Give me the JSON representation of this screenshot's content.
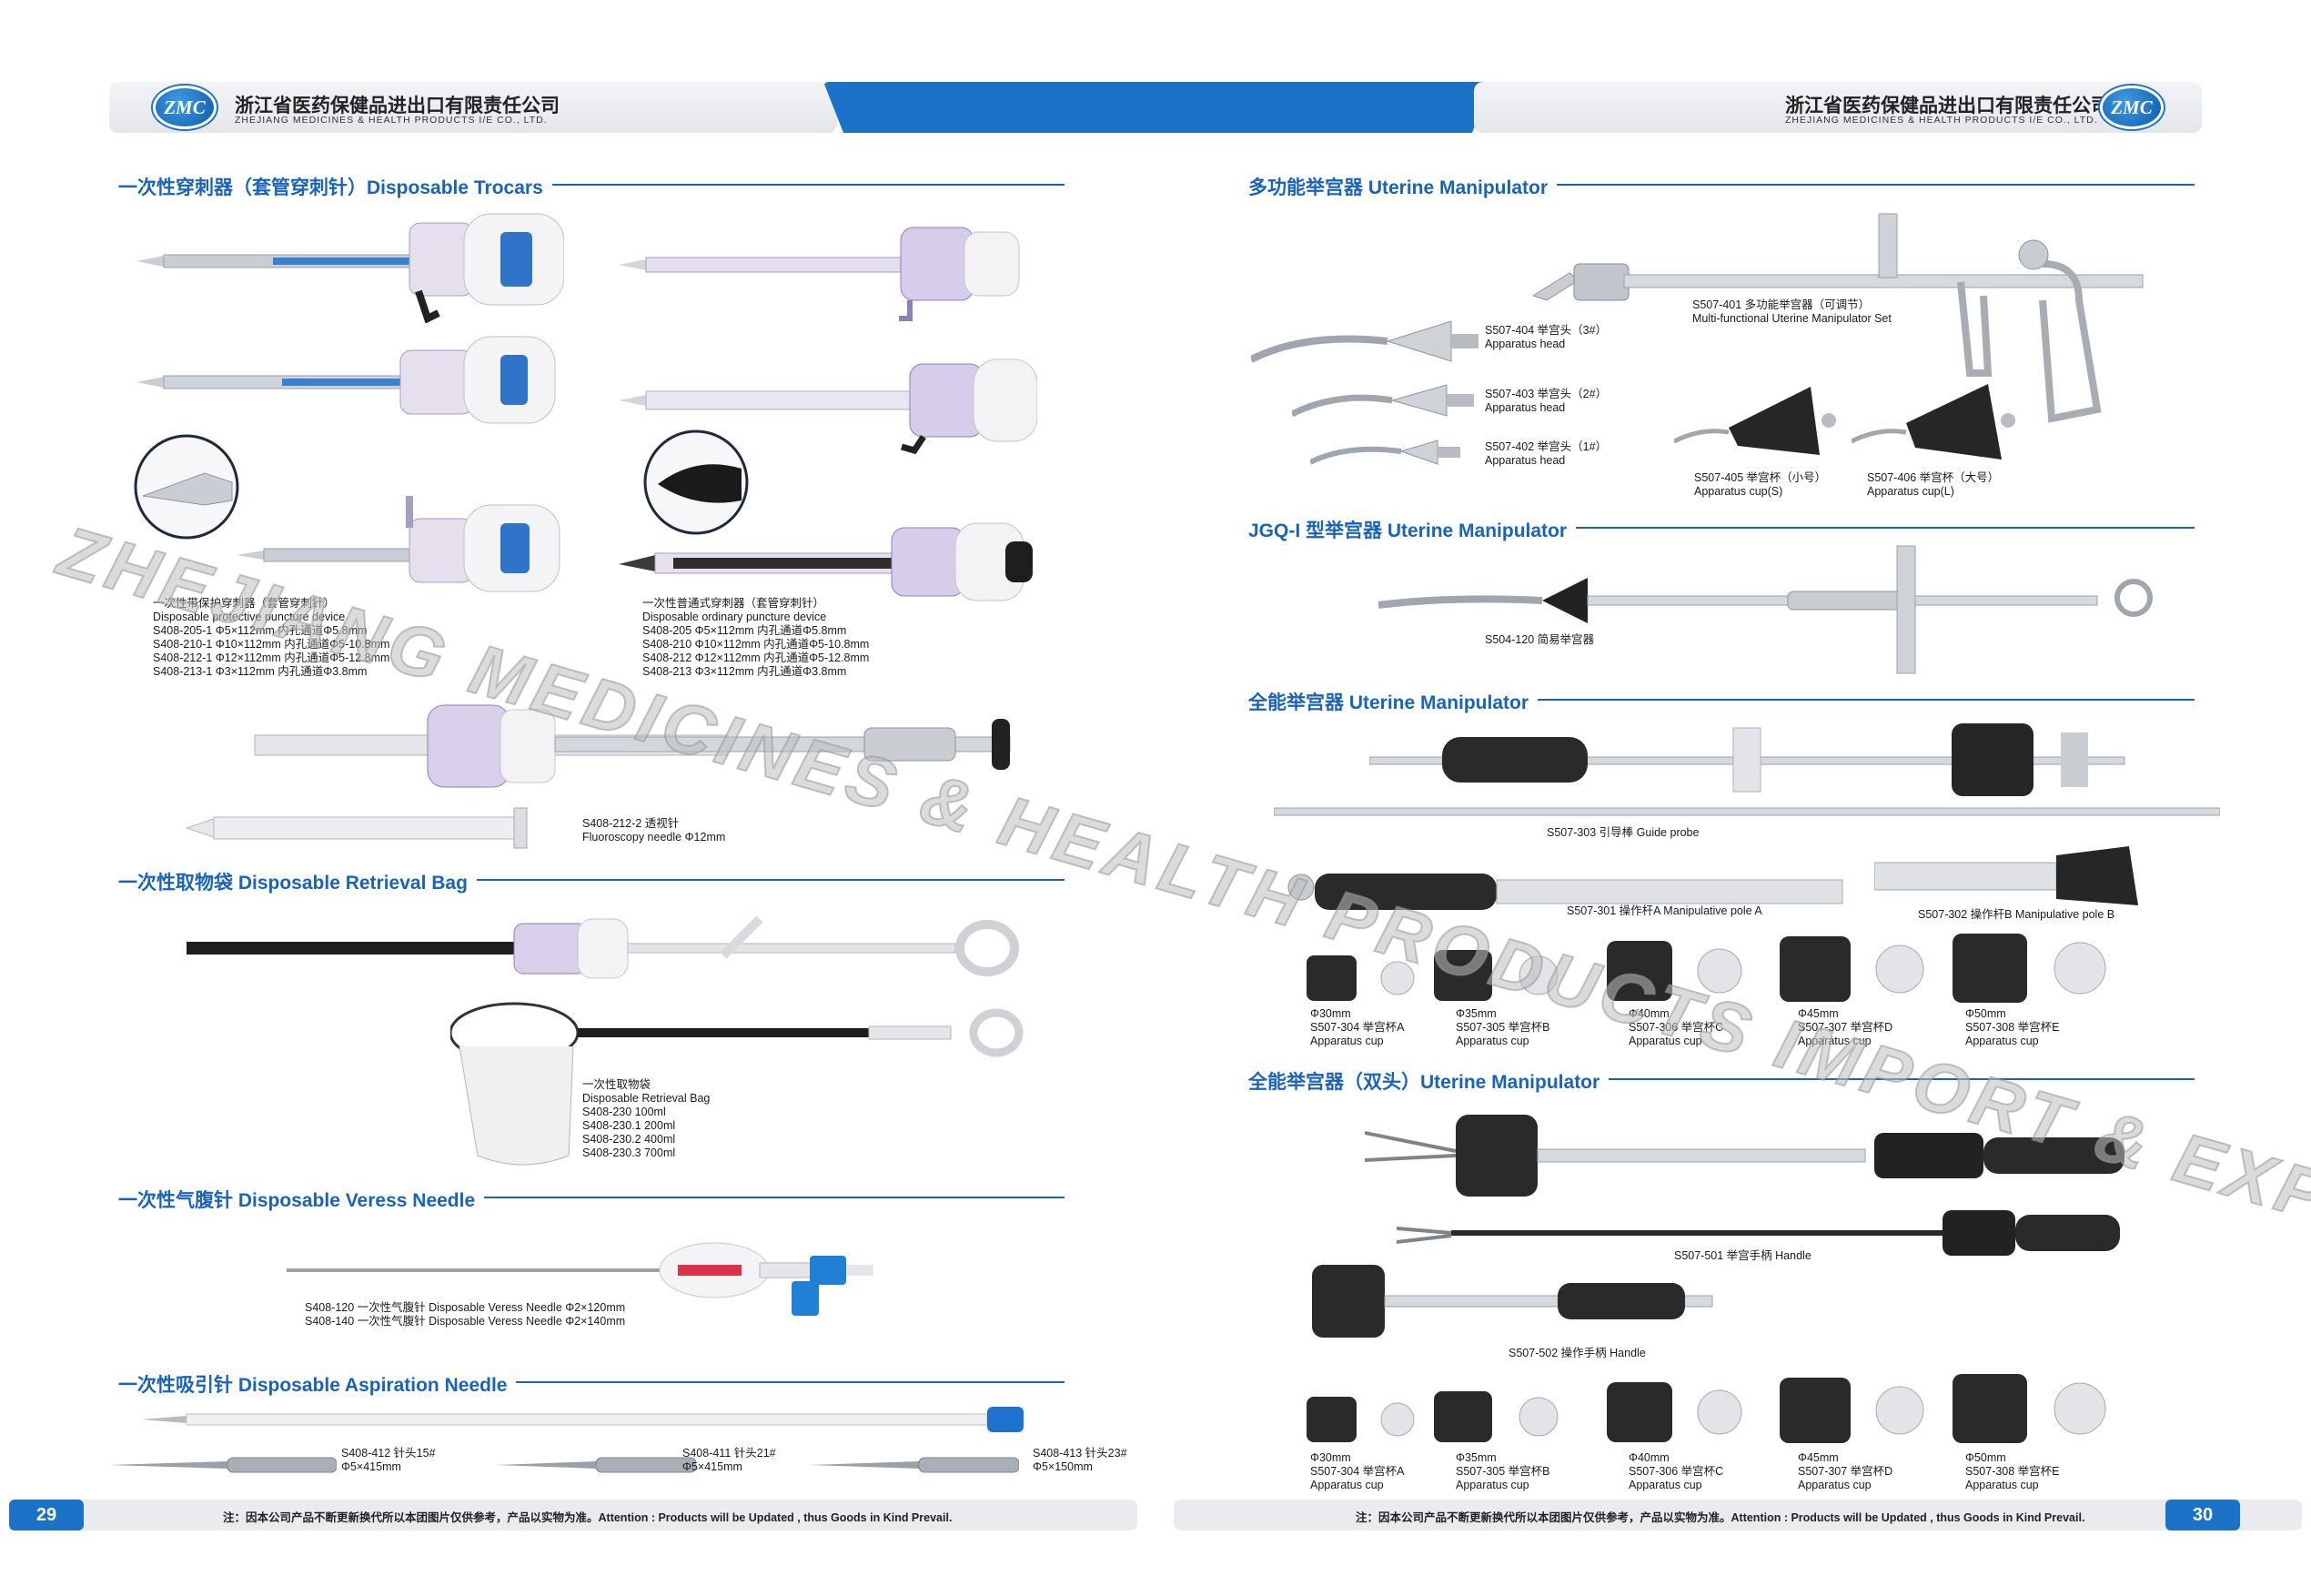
{
  "header": {
    "logo_text": "ZMC",
    "company_cn": "浙江省医药保健品进出口有限责任公司",
    "company_en": "ZHEJIANG MEDICINES & HEALTH PRODUCTS I/E CO., LTD.",
    "brand_color": "#1b72c6"
  },
  "watermark": "ZHEJIANG MEDICINES & HEALTH PRODUCTS IMPORT & EXPORT CO., LTD.",
  "left": {
    "trocars": {
      "title": "一次性穿刺器（套管穿刺针）Disposable Trocars",
      "protective": [
        "一次性带保护穿刺器（套管穿刺针）",
        "Disposable protective puncture device",
        "S408-205-1 Φ5×112mm  内孔通道Φ5.8mm",
        "S408-210-1 Φ10×112mm  内孔通道Φ5-10.8mm",
        "S408-212-1 Φ12×112mm  内孔通道Φ5-12.8mm",
        "S408-213-1 Φ3×112mm  内孔通道Φ3.8mm"
      ],
      "ordinary": [
        "一次性普通式穿刺器（套管穿刺针）",
        "Disposable ordinary puncture device",
        "S408-205 Φ5×112mm  内孔通道Φ5.8mm",
        "S408-210 Φ10×112mm  内孔通道Φ5-10.8mm",
        "S408-212 Φ12×112mm  内孔通道Φ5-12.8mm",
        "S408-213 Φ3×112mm  内孔通道Φ3.8mm"
      ],
      "fluoro": [
        "S408-212-2 透视针",
        "Fluoroscopy needle  Φ12mm"
      ]
    },
    "retrieval": {
      "title": "一次性取物袋 Disposable Retrieval Bag",
      "caption": [
        "一次性取物袋",
        "Disposable Retrieval Bag",
        "S408-230      100ml",
        "S408-230.1    200ml",
        "S408-230.2    400ml",
        "S408-230.3    700ml"
      ]
    },
    "veress": {
      "title": "一次性气腹针 Disposable Veress Needle",
      "caption": [
        "S408-120 一次性气腹针 Disposable Veress Needle Φ2×120mm",
        "S408-140 一次性气腹针 Disposable Veress Needle Φ2×140mm"
      ]
    },
    "aspiration": {
      "title": "一次性吸引针 Disposable Aspiration Needle",
      "items": [
        [
          "S408-412 针头15#",
          "Φ5×415mm"
        ],
        [
          "S408-411 针头21#",
          "Φ5×415mm"
        ],
        [
          "S408-413 针头23#",
          "Φ5×150mm"
        ]
      ]
    }
  },
  "right": {
    "multi": {
      "title": "多功能举宫器 Uterine Manipulator",
      "set": [
        "S507-401 多功能举宫器（可调节）",
        "Multi-functional Uterine Manipulator Set"
      ],
      "heads": [
        [
          "S507-404 举宫头（3#）",
          "Apparatus head"
        ],
        [
          "S507-403 举宫头（2#）",
          "Apparatus head"
        ],
        [
          "S507-402 举宫头（1#）",
          "Apparatus head"
        ]
      ],
      "cups": [
        [
          "S507-405 举宫杯（小号）",
          "Apparatus cup(S)"
        ],
        [
          "S507-406 举宫杯（大号）",
          "Apparatus cup(L)"
        ]
      ]
    },
    "jgq": {
      "title": "JGQ-I 型举宫器 Uterine Manipulator",
      "caption": "S504-120 简易举宫器"
    },
    "allround": {
      "title": "全能举宫器 Uterine Manipulator",
      "guide": "S507-303 引导棒 Guide probe",
      "pole_a": "S507-301 操作杆A Manipulative pole A",
      "pole_b": "S507-302 操作杆B Manipulative pole B",
      "cups": [
        [
          "Φ30mm",
          "S507-304 举宫杯A",
          "Apparatus cup"
        ],
        [
          "Φ35mm",
          "S507-305 举宫杯B",
          "Apparatus cup"
        ],
        [
          "Φ40mm",
          "S507-306 举宫杯C",
          "Apparatus cup"
        ],
        [
          "Φ45mm",
          "S507-307 举宫杯D",
          "Apparatus cup"
        ],
        [
          "Φ50mm",
          "S507-308 举宫杯E",
          "Apparatus cup"
        ]
      ]
    },
    "double": {
      "title": "全能举宫器（双头）Uterine Manipulator",
      "handle1": "S507-501 举宫手柄  Handle",
      "handle2": "S507-502 操作手柄  Handle",
      "cups": [
        [
          "Φ30mm",
          "S507-304 举宫杯A",
          "Apparatus cup"
        ],
        [
          "Φ35mm",
          "S507-305 举宫杯B",
          "Apparatus cup"
        ],
        [
          "Φ40mm",
          "S507-306 举宫杯C",
          "Apparatus cup"
        ],
        [
          "Φ45mm",
          "S507-307 举宫杯D",
          "Apparatus cup"
        ],
        [
          "Φ50mm",
          "S507-308 举宫杯E",
          "Apparatus cup"
        ]
      ]
    }
  },
  "footer": {
    "page_left": "29",
    "page_right": "30",
    "note": "注：因本公司产品不断更新换代所以本团图片仅供参考，产品以实物为准。Attention : Products will be Updated , thus Goods in Kind Prevail."
  }
}
